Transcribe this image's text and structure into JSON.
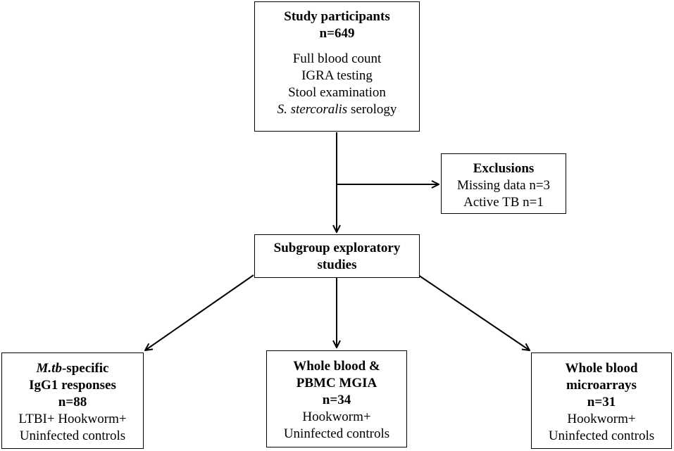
{
  "participants": {
    "title": "Study participants",
    "n": "n=649",
    "items": [
      "Full blood count",
      "IGRA testing",
      "Stool examination"
    ],
    "serology_species": "S. stercoralis",
    "serology_suffix": " serology"
  },
  "exclusions": {
    "title": "Exclusions",
    "items": [
      "Missing data n=3",
      "Active TB n=1"
    ]
  },
  "subgroup": {
    "title_line1": "Subgroup exploratory",
    "title_line2": "studies"
  },
  "igg1": {
    "title_italic": "M.tb",
    "title_rest": "-specific",
    "title_line2": "IgG1 responses",
    "n": "n=88",
    "items": [
      "LTBI+ Hookworm+",
      "Uninfected controls"
    ]
  },
  "mgia": {
    "title_line1": "Whole blood &",
    "title_line2": "PBMC MGIA",
    "n": "n=34",
    "items": [
      "Hookworm+",
      "Uninfected controls"
    ]
  },
  "microarrays": {
    "title_line1": "Whole blood",
    "title_line2": "microarrays",
    "n": "n=31",
    "items": [
      "Hookworm+",
      "Uninfected controls"
    ]
  }
}
